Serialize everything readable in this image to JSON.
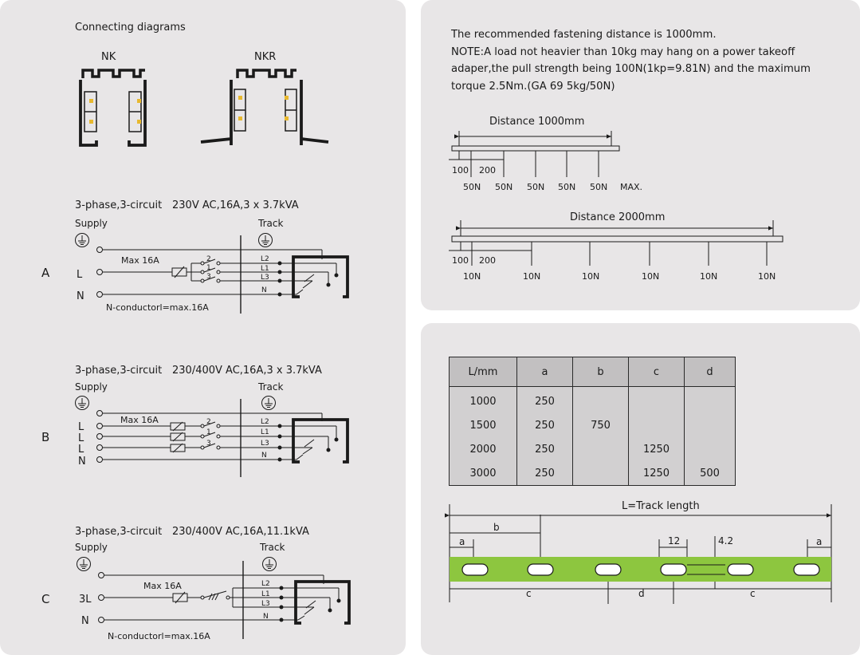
{
  "left_panel": {
    "title": "Connecting diagrams",
    "profiles": [
      {
        "label": "NK"
      },
      {
        "label": "NKR"
      }
    ],
    "diagrams": [
      {
        "letter": "A",
        "title": "3-phase,3-circuit",
        "spec": "230V AC,16A,3 x 3.7kVA",
        "supply": "Supply",
        "track": "Track",
        "max": "Max 16A",
        "inputs": [
          "L",
          "N"
        ],
        "footnote": "N-conductorl=max.16A",
        "switch_numbers": [
          "2",
          "1",
          "3"
        ],
        "track_lines": [
          "L2",
          "L1",
          "L3",
          "N"
        ]
      },
      {
        "letter": "B",
        "title": "3-phase,3-circuit",
        "spec": "230/400V AC,16A,3 x 3.7kVA",
        "supply": "Supply",
        "track": "Track",
        "max": "Max 16A",
        "inputs": [
          "L",
          "L",
          "L",
          "N"
        ],
        "switch_numbers": [
          "2",
          "1",
          "3"
        ],
        "track_lines": [
          "L2",
          "L1",
          "L3",
          "N"
        ]
      },
      {
        "letter": "C",
        "title": "3-phase,3-circuit",
        "spec": "230/400V AC,16A,11.1kVA",
        "supply": "Supply",
        "track": "Track",
        "max": "Max 16A",
        "inputs": [
          "3L",
          "N"
        ],
        "footnote": "N-conductorl=max.16A",
        "track_lines": [
          "L2",
          "L1",
          "L3",
          "N"
        ]
      }
    ]
  },
  "load_panel": {
    "note_lines": [
      "The recommended fastening distance is 1000mm.",
      "NOTE:A load not heavier than 10kg may hang on a power takeoff",
      "adaper,the pull strength being 100N(1kp=9.81N) and the maximum",
      "torque 2.5Nm.(GA 69 5kg/50N)"
    ],
    "d1": {
      "label": "Distance 1000mm",
      "dim_a": "100",
      "dim_b": "200",
      "loads": [
        "50N",
        "50N",
        "50N",
        "50N",
        "50N"
      ],
      "max": "MAX."
    },
    "d2": {
      "label": "Distance 2000mm",
      "dim_a": "100",
      "dim_b": "200",
      "loads": [
        "10N",
        "10N",
        "10N",
        "10N",
        "10N",
        "10N"
      ]
    }
  },
  "track_panel": {
    "table": {
      "headers": [
        "L/mm",
        "a",
        "b",
        "c",
        "d"
      ],
      "rows": [
        [
          "1000",
          "250",
          "",
          "",
          ""
        ],
        [
          "1500",
          "250",
          "750",
          "",
          ""
        ],
        [
          "2000",
          "250",
          "",
          "1250",
          ""
        ],
        [
          "3000",
          "250",
          "",
          "1250",
          "500"
        ]
      ]
    },
    "drawing": {
      "length_label": "L=Track length",
      "b": "b",
      "a_left": "a",
      "a_right": "a",
      "slot_length": "12",
      "slot_width": "4.2",
      "c_left": "c",
      "d": "d",
      "c_right": "c"
    },
    "colors": {
      "track": "#8dc63f"
    }
  }
}
